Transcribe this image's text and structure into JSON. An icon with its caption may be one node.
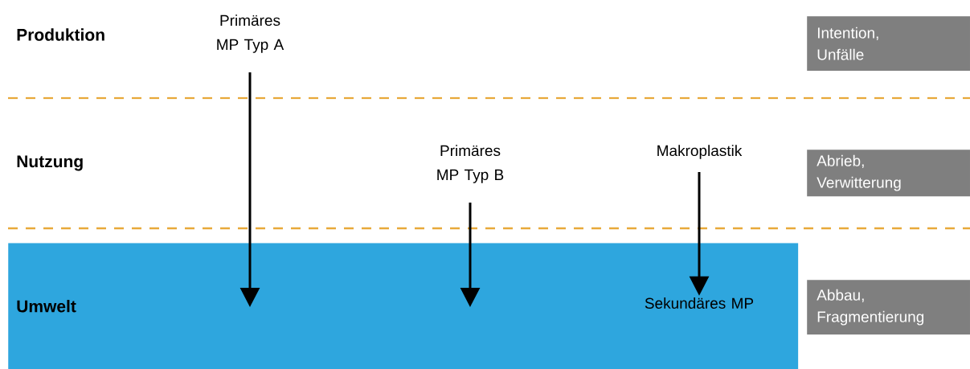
{
  "diagram": {
    "nodes": [
      {
        "text": [
          "Primäres MP Typ A"
        ]
      },
      {
        "text": [
          "Primäres MP Typ B"
        ]
      },
      {
        "text": [
          "Makroplastik"
        ]
      },
      {
        "text": [
          "Umwelt"
        ]
      },
      {
        "text": [
          "Sekundäres MP"
        ],
        "in": 3
      },
      {
        "text": [
          "Intention, Unfälle"
        ]
      },
      {
        "text": [
          "Abrieb, Verwitterung"
        ]
      },
      {
        "text": [
          "Abbau, Fragmentierung"
        ]
      }
    ],
    "edges": [
      {
        "from": 0,
        "to": null,
        "arrow": "to"
      },
      {
        "from": 1,
        "to": null,
        "arrow": "to"
      },
      {
        "from": 2,
        "to": 4,
        "arrow": "to"
      }
    ],
    "labels": [
      "Produktion",
      "Nutzung"
    ]
  }
}
